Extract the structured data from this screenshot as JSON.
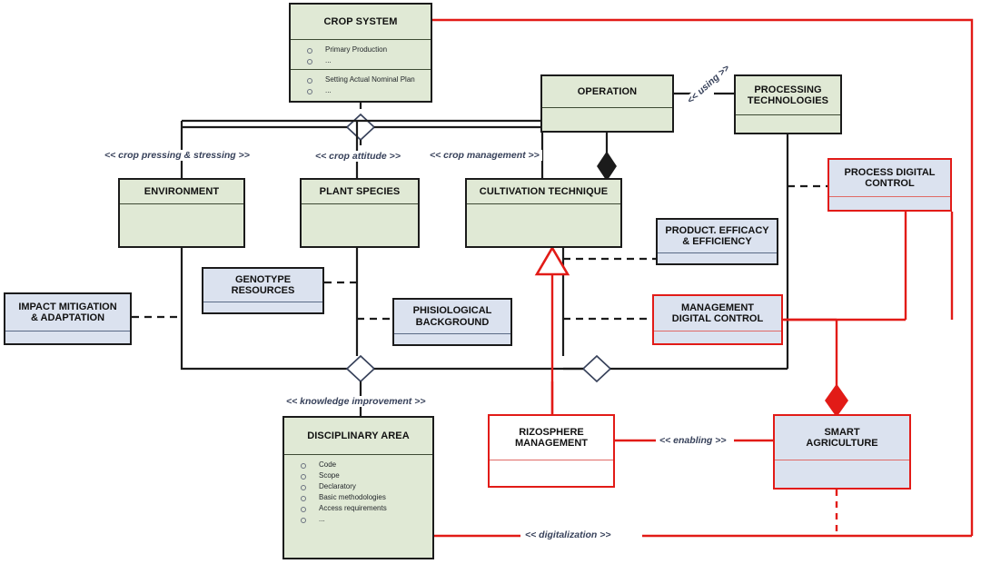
{
  "diagram": {
    "title": "Crop System UML class diagram",
    "colors": {
      "green_fill": "#e0e9d5",
      "blue_fill": "#dbe2ef",
      "white_fill": "#ffffff",
      "black_stroke": "#1b1b1b",
      "red_stroke": "#e21b17",
      "label_text": "#37415a"
    }
  },
  "classes": {
    "crop_system": {
      "name": "CROP SYSTEM",
      "attrs_a": [
        "Primary Production",
        "..."
      ],
      "attrs_b": [
        "Setting Actual Nominal Plan",
        "..."
      ]
    },
    "operation": {
      "name": "OPERATION"
    },
    "processing_tech": {
      "name": "PROCESSING\nTECHNOLOGIES",
      "line1": "PROCESSING",
      "line2": "TECHNOLOGIES"
    },
    "process_digital": {
      "name": "PROCESS DIGITAL CONTROL",
      "line1": "PROCESS DIGITAL",
      "line2": "CONTROL"
    },
    "environment": {
      "name": "ENVIRONMENT"
    },
    "plant_species": {
      "name": "PLANT SPECIES"
    },
    "cultivation": {
      "name": "CULTIVATION TECHNIQUE"
    },
    "product_efficacy": {
      "name": "PRODUCT. EFFICACY & EFFICIENCY",
      "line1": "PRODUCT. EFFICACY",
      "line2": "& EFFICIENCY"
    },
    "genotype": {
      "name": "GENOTYPE RESOURCES",
      "line1": "GENOTYPE",
      "line2": "RESOURCES"
    },
    "physiological": {
      "name": "PHISIOLOGICAL BACKGROUND",
      "line1": "PHISIOLOGICAL",
      "line2": "BACKGROUND"
    },
    "impact_mitigation": {
      "name": "IMPACT MITIGATION & ADAPTATION",
      "line1": "IMPACT MITIGATION",
      "line2": "& ADAPTATION"
    },
    "mgmt_digital": {
      "name": "MANAGEMENT DIGITAL CONTROL",
      "line1": "MANAGEMENT",
      "line2": "DIGITAL CONTROL"
    },
    "disciplinary": {
      "name": "DISCIPLINARY AREA",
      "attrs": [
        "Code",
        "Scope",
        "Declaratory",
        "Basic methodologies",
        "Access requirements",
        "..."
      ]
    },
    "rizosphere": {
      "name": "RIZOSPHERE MANAGEMENT",
      "line1": "RIZOSPHERE",
      "line2": "MANAGEMENT"
    },
    "smart_agriculture": {
      "name": "SMART AGRICULTURE",
      "line1": "SMART",
      "line2": "AGRICULTURE"
    }
  },
  "stereotypes": {
    "crop_pressing": "<< crop pressing & stressing >>",
    "crop_attitude": "<< crop attitude >>",
    "crop_management": "<< crop management >>",
    "using": "<< using >>",
    "knowledge_improvement": "<< knowledge improvement >>",
    "enabling": "<< enabling >>",
    "digitalization": "<< digitalization >>"
  }
}
